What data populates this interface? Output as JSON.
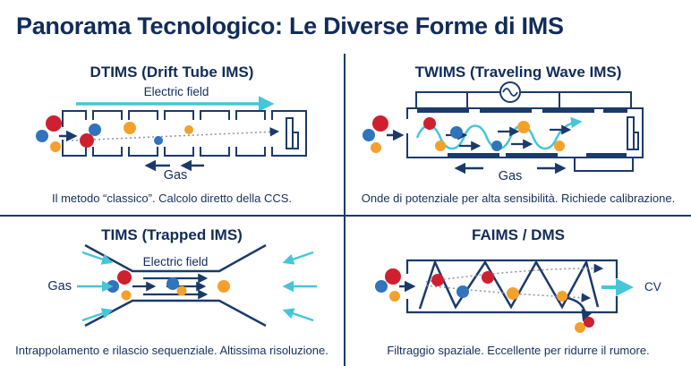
{
  "title": "Panorama Tecnologico: Le Diverse Forme di IMS",
  "colors": {
    "navy_text": "#112c5a",
    "line_navy": "#1b3a6b",
    "cyan": "#45c6d8",
    "ion_red": "#cf2030",
    "ion_blue": "#2f74bc",
    "ion_orange": "#f5a02b",
    "trajectory_gray": "#8a93a3",
    "background": "#ffffff"
  },
  "panels": {
    "dtims": {
      "heading": "DTIMS (Drift Tube IMS)",
      "labels": {
        "electric_field": "Electric field",
        "gas": "Gas"
      },
      "caption": "Il metodo “classico”. Calcolo diretto della CCS."
    },
    "twims": {
      "heading": "TWIMS (Traveling Wave IMS)",
      "labels": {
        "gas": "Gas"
      },
      "caption": "Onde di potenziale per alta sensibilità. Richiede calibrazione."
    },
    "tims": {
      "heading": "TIMS (Trapped IMS)",
      "labels": {
        "electric_field": "Electric field",
        "gas": "Gas"
      },
      "caption": "Intrappolamento e rilascio sequenziale. Altissima risoluzione."
    },
    "faims": {
      "heading": "FAIMS / DMS",
      "labels": {
        "cv": "CV"
      },
      "caption": "Filtraggio spaziale. Eccellente per ridurre il rumore."
    }
  }
}
